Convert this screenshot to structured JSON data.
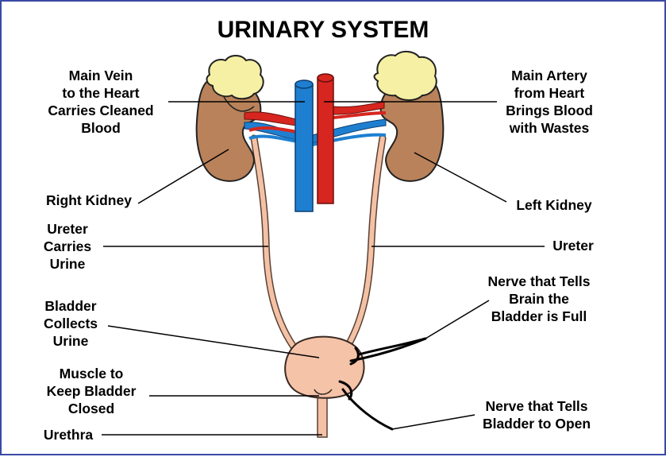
{
  "title": "URINARY SYSTEM",
  "labels": {
    "main_vein": [
      "Main Vein",
      "to the Heart",
      "Carries Cleaned",
      "Blood"
    ],
    "main_artery": [
      "Main Artery",
      "from Heart",
      "Brings Blood",
      "with Wastes"
    ],
    "right_kidney": [
      "Right Kidney"
    ],
    "left_kidney": [
      "Left Kidney"
    ],
    "ureter_left": [
      "Ureter",
      "Carries",
      "Urine"
    ],
    "ureter_right": [
      "Ureter"
    ],
    "bladder": [
      "Bladder",
      "Collects",
      "Urine"
    ],
    "nerve_full": [
      "Nerve that Tells",
      "Brain the",
      "Bladder is Full"
    ],
    "muscle": [
      "Muscle to",
      "Keep Bladder",
      "Closed"
    ],
    "nerve_open": [
      "Nerve that Tells",
      "Bladder to Open"
    ],
    "urethra": [
      "Urethra"
    ]
  },
  "colors": {
    "kidney": "#b9825a",
    "adrenal": "#f6f0a4",
    "vein": "#1e7fd1",
    "artery": "#d6261f",
    "ureter": "#f3c2a6",
    "bladder": "#f5c3a8",
    "border": "#3a4aa6"
  }
}
